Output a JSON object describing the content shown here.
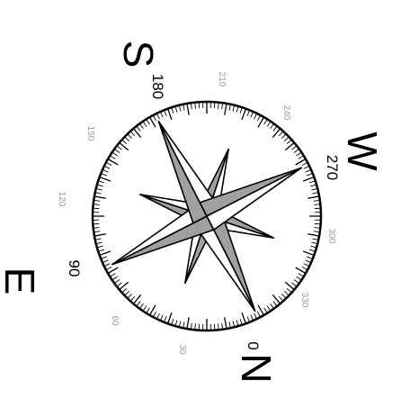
{
  "compass": {
    "cardinals": {
      "n": "N",
      "e": "E",
      "s": "S",
      "w": "W"
    },
    "major_labels": {
      "l0": "0",
      "l90": "90",
      "l180": "180",
      "l270": "270"
    },
    "minor_labels": {
      "l30": "30",
      "l60": "60",
      "l120": "120",
      "l150": "150",
      "l210": "210",
      "l240": "240",
      "l300": "300",
      "l330": "330"
    },
    "colors": {
      "ink": "#000000",
      "shade": "#a0a0a0",
      "minor_text": "#9a9a9a",
      "background": "#ffffff"
    }
  }
}
